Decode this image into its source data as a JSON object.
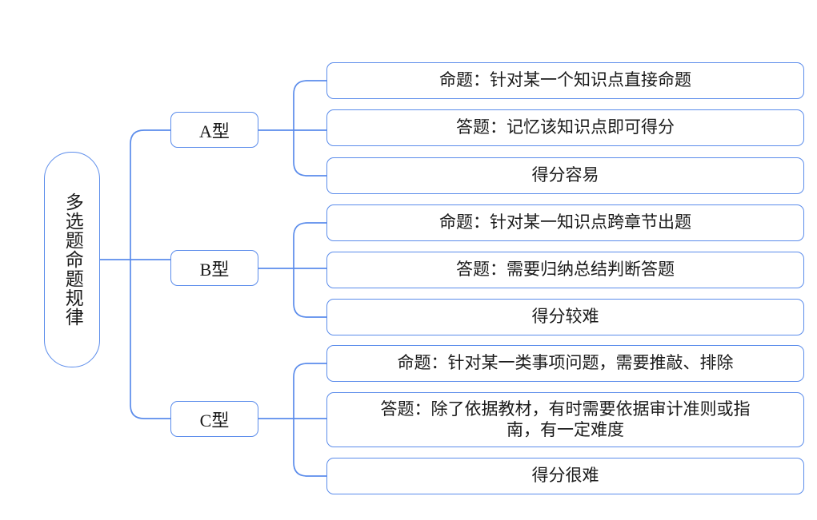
{
  "diagram": {
    "type": "tree",
    "title": "多选题命题规律",
    "stroke_color": "#5B8CEB",
    "fill_color": "#FFFFFF",
    "text_color": "#1A1A1A",
    "root": {
      "label": "多选题命题规律",
      "orientation": "vertical"
    },
    "branches": [
      {
        "id": "a",
        "label": "A型",
        "leaves": [
          {
            "line1": "命题：针对某一个知识点直接命题",
            "line2": ""
          },
          {
            "line1": "答题：记忆该知识点即可得分",
            "line2": ""
          },
          {
            "line1": "得分容易",
            "line2": ""
          }
        ]
      },
      {
        "id": "b",
        "label": "B型",
        "leaves": [
          {
            "line1": "命题：针对某一知识点跨章节出题",
            "line2": ""
          },
          {
            "line1": "答题：需要归纳总结判断答题",
            "line2": ""
          },
          {
            "line1": "得分较难",
            "line2": ""
          }
        ]
      },
      {
        "id": "c",
        "label": "C型",
        "leaves": [
          {
            "line1": "命题：针对某一类事项问题，需要推敲、排除",
            "line2": ""
          },
          {
            "line1": "答题：除了依据教材，有时需要依据审计准则或指",
            "line2": "南，有一定难度"
          },
          {
            "line1": "得分很难",
            "line2": ""
          }
        ]
      }
    ]
  }
}
